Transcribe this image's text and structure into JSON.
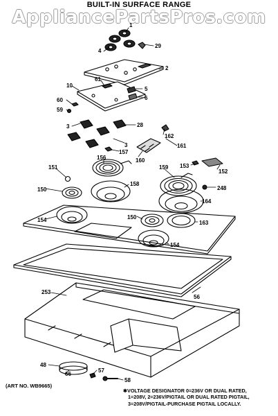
{
  "title": "BUILT-IN SURFACE RANGE",
  "watermark": "AppliancePartsPros.com",
  "art_no": "(ART NO. WB9665)",
  "note_lines": [
    "✱VOLTAGE DESIGNATOR 0=236V OR DUAL RATED,",
    "1=208V, 2=236V/PIGTAIL OR DUAL RATED PIGTAIL,",
    "3=208V/PIGTAIL-PURCHASE PIGTAIL LOCALLY."
  ],
  "callouts": {
    "c1": "1",
    "c4": "4",
    "c29": "29",
    "c2": "2",
    "c10": "10",
    "c61": "61",
    "c5": "5",
    "c6": "6",
    "c60": "60",
    "c59": "59",
    "c3a": "3",
    "c28": "28",
    "c3b": "3",
    "c162": "162",
    "c161": "161",
    "c157": "157",
    "c156": "156",
    "c160": "160",
    "c153": "153",
    "c152": "152",
    "c151": "151",
    "c159": "159",
    "c248": "248",
    "c158": "158",
    "c150a": "150",
    "c164": "164",
    "c154a": "154",
    "c150b": "150",
    "c163": "163",
    "c154b": "154",
    "c253": "253",
    "c56": "56",
    "c48": "48",
    "c66": "66",
    "c57": "57",
    "c58": "58"
  }
}
